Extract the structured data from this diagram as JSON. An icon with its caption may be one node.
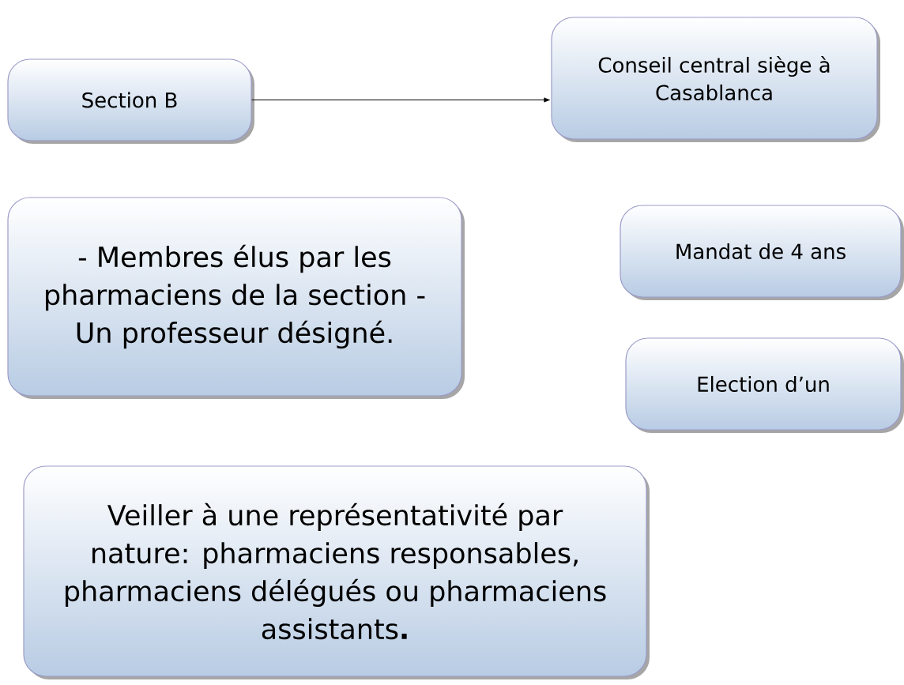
{
  "diagram": {
    "nodes": [
      {
        "text": [
          "Section B"
        ]
      },
      {
        "text": [
          "Conseil central siège à Casablanca"
        ]
      },
      {
        "text": [
          "- Membres élus par les pharmaciens de la section - Un professeur désigné."
        ]
      },
      {
        "text": [
          "Mandat de 4 ans"
        ]
      },
      {
        "text": [
          "Election d’un"
        ]
      },
      {
        "text": [
          "Veiller à une représentativité par nature: pharmaciens responsables, pharmaciens délégués ou pharmaciens assistants**.**"
        ]
      }
    ],
    "edges": [
      {
        "from": 0,
        "to": 1,
        "arrow": "to"
      }
    ]
  }
}
